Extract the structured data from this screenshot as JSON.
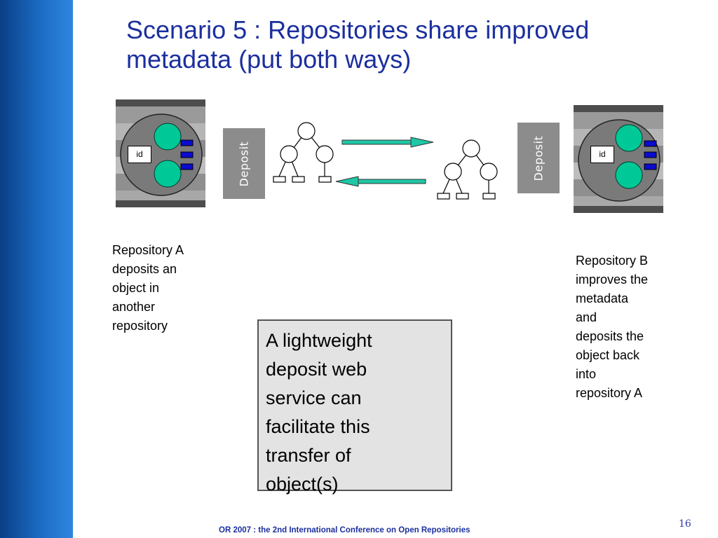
{
  "slide": {
    "title": "Scenario 5 : Repositories share improved metadata  (put both ways)",
    "footer": "OR 2007 : the 2nd International Conference on Open Repositories",
    "page_number": "16"
  },
  "repository_a": {
    "id_label": "id",
    "caption_lines": [
      "Repository A",
      "deposits an",
      "object in",
      "another",
      "repository"
    ]
  },
  "repository_b": {
    "id_label": "id",
    "caption_lines": [
      "Repository B",
      "improves the",
      "metadata",
      "and",
      "deposits the",
      "object back",
      "into",
      "repository A"
    ]
  },
  "deposit_left": {
    "label": "Deposit"
  },
  "deposit_right": {
    "label": "Deposit"
  },
  "callout": {
    "lines": [
      "A lightweight",
      "deposit web",
      "service can",
      "facilitate this",
      "transfer of",
      "object(s)"
    ]
  },
  "colors": {
    "title": "#1b2f9e",
    "node_fill": "#00c896",
    "port_fill": "#0a0ad0",
    "arrow_fill": "#1fc7a5",
    "deposit_box": "#8c8c8c"
  },
  "icons": [
    "repository-icon",
    "metadata-tree-icon",
    "arrow-right-icon",
    "arrow-left-icon"
  ]
}
